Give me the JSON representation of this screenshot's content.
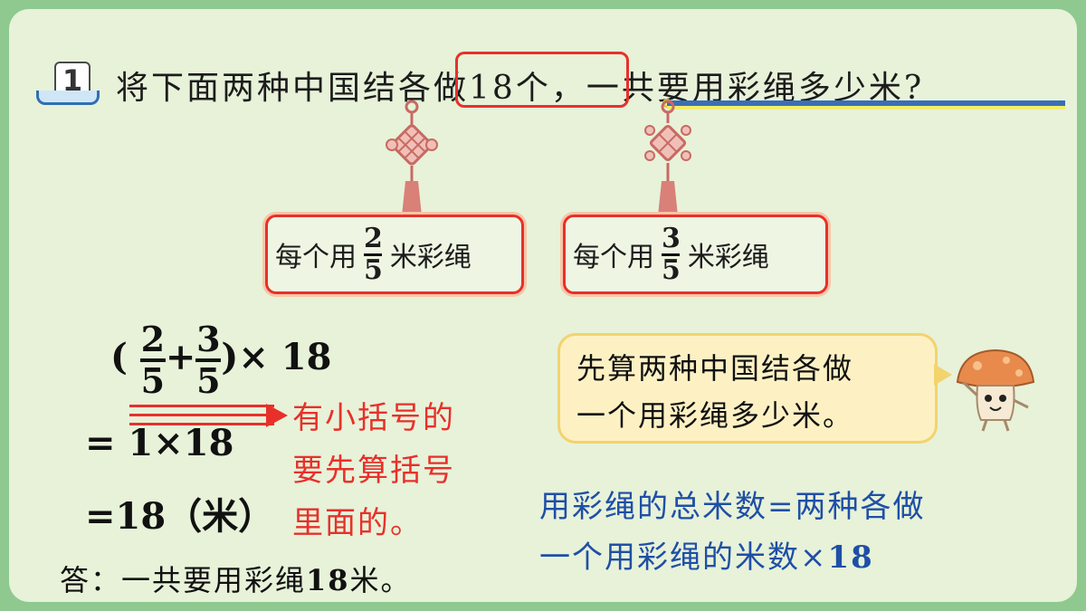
{
  "problem": {
    "number": "1",
    "text_before": "将下面两种中国结",
    "highlight": "各做18个",
    "text_after": "，一共要用彩绳多少米?"
  },
  "knots": [
    {
      "label_before": "每个用",
      "num": "2",
      "den": "5",
      "label_after": "米彩绳",
      "color": "#d98078"
    },
    {
      "label_before": "每个用",
      "num": "3",
      "den": "5",
      "label_after": "米彩绳",
      "color": "#d98078"
    }
  ],
  "calc": {
    "open_paren": "(",
    "frac1_num": "2",
    "frac1_den": "5",
    "plus": "+",
    "frac2_num": "3",
    "frac2_den": "5",
    "close_times": ")× 18",
    "step2": "= 1×18",
    "step3": "=18（米）"
  },
  "note": {
    "line1": "有小括号的",
    "line2": "要先算括号",
    "line3": "里面的。"
  },
  "answer": {
    "label": "答：一共要用彩绳",
    "value": "18",
    "unit": "米。"
  },
  "bubble": {
    "line1": "先算两种中国结各做",
    "line2": "一个用彩绳多少米。"
  },
  "formula": {
    "line1": "用彩绳的总米数=两种各做",
    "line2_text": "一个用彩绳的米数×",
    "line2_value": "18"
  },
  "colors": {
    "accent_red": "#e8302a",
    "note_blue": "#1f4fa6",
    "background": "#e7f2d9"
  }
}
